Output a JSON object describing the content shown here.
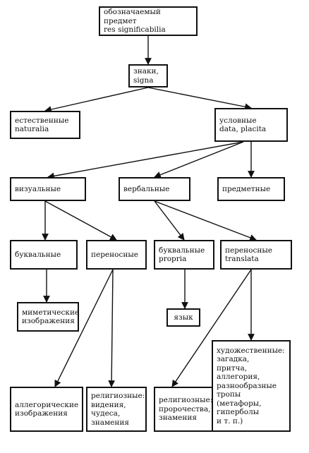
{
  "nodes": {
    "object": "обозначаемый предмет\nres significabilia",
    "signs": "знаки,\nsigna",
    "natural": "естественные\nnaturalia",
    "conventional": "условные\ndata, placita",
    "visual": "визуальные",
    "verbal": "вербальные",
    "material": "предметные",
    "vis_literal": "буквальные",
    "vis_figurative": "переносные",
    "verb_literal": "буквальные\npropria",
    "verb_figurative": "переносные\ntranslata",
    "mimetic": "миметические\nизображения",
    "language": "язык",
    "allegorical": "аллегорические\nизображения",
    "religious_visions": "религиозные:\nвидения,\nчудеса,\nзнамения",
    "religious_prophecies": "религиозные:\nпророчества,\nзнамения",
    "artistic": "художественные:\nзагадка,\nпритча,\nаллегория,\nразнообразные\nтропы\n(метафоры,\nгиперболы\nи т. п.)"
  },
  "edges": [
    [
      "object",
      "signs"
    ],
    [
      "signs",
      "natural"
    ],
    [
      "signs",
      "conventional"
    ],
    [
      "conventional",
      "visual"
    ],
    [
      "conventional",
      "verbal"
    ],
    [
      "conventional",
      "material"
    ],
    [
      "visual",
      "vis_literal"
    ],
    [
      "visual",
      "vis_figurative"
    ],
    [
      "verbal",
      "verb_literal"
    ],
    [
      "verbal",
      "verb_figurative"
    ],
    [
      "vis_literal",
      "mimetic"
    ],
    [
      "vis_figurative",
      "allegorical"
    ],
    [
      "vis_figurative",
      "religious_visions"
    ],
    [
      "verb_literal",
      "language"
    ],
    [
      "verb_figurative",
      "religious_prophecies"
    ],
    [
      "verb_figurative",
      "artistic"
    ]
  ]
}
